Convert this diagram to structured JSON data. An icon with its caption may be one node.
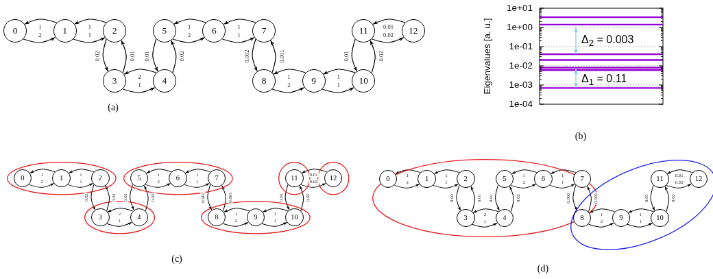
{
  "diagram": {
    "nodes": [
      {
        "text": [
          "0"
        ]
      },
      {
        "text": [
          "1"
        ]
      },
      {
        "text": [
          "2"
        ]
      },
      {
        "text": [
          "3"
        ]
      },
      {
        "text": [
          "4"
        ]
      },
      {
        "text": [
          "5"
        ]
      },
      {
        "text": [
          "6"
        ]
      },
      {
        "text": [
          "7"
        ]
      },
      {
        "text": [
          "8"
        ]
      },
      {
        "text": [
          "9"
        ]
      },
      {
        "text": [
          "10"
        ]
      },
      {
        "text": [
          "11"
        ]
      },
      {
        "text": [
          "12"
        ]
      },
      {
        "text": [],
        "shape": "ellipse"
      },
      {
        "text": [
          "0"
        ],
        "in": 13
      },
      {
        "text": [
          "1"
        ],
        "in": 13
      },
      {
        "text": [
          "2"
        ],
        "in": 13
      },
      {
        "text": [],
        "shape": "ellipse"
      },
      {
        "text": [
          "3"
        ],
        "in": 17
      },
      {
        "text": [
          "4"
        ],
        "in": 17
      },
      {
        "text": [],
        "shape": "ellipse"
      },
      {
        "text": [
          "5"
        ],
        "in": 20
      },
      {
        "text": [
          "6"
        ],
        "in": 20
      },
      {
        "text": [
          "7"
        ],
        "in": 20
      },
      {
        "text": [],
        "shape": "ellipse"
      },
      {
        "text": [
          "8"
        ],
        "in": 24
      },
      {
        "text": [
          "9"
        ],
        "in": 24
      },
      {
        "text": [
          "10"
        ],
        "in": 24
      },
      {
        "text": [],
        "shape": "ellipse"
      },
      {
        "text": [
          "11"
        ],
        "in": 28
      },
      {
        "text": [],
        "shape": "ellipse"
      },
      {
        "text": [
          "12"
        ],
        "in": 30
      },
      {
        "text": [],
        "shape": "ellipse"
      },
      {
        "text": [
          "0"
        ],
        "in": 32
      },
      {
        "text": [
          "1"
        ],
        "in": 32
      },
      {
        "text": [
          "2"
        ],
        "in": 32
      },
      {
        "text": [
          "3"
        ],
        "in": 32
      },
      {
        "text": [
          "4"
        ],
        "in": 32
      },
      {
        "text": [
          "5"
        ],
        "in": 32
      },
      {
        "text": [
          "6"
        ],
        "in": 32
      },
      {
        "text": [
          "7"
        ],
        "in": 32
      },
      {
        "text": [],
        "shape": "ellipse"
      },
      {
        "text": [
          "8"
        ],
        "in": 41
      },
      {
        "text": [
          "9"
        ],
        "in": 41
      },
      {
        "text": [
          "10"
        ],
        "in": 41
      },
      {
        "text": [
          "11"
        ],
        "in": 41
      },
      {
        "text": [
          "12"
        ],
        "in": 41
      }
    ],
    "edges": [
      {
        "from": 1,
        "to": 0,
        "arrow": "to",
        "label": "1"
      },
      {
        "from": 0,
        "to": 1,
        "arrow": "to",
        "label": "2"
      },
      {
        "from": 2,
        "to": 1,
        "arrow": "to",
        "label": "1"
      },
      {
        "from": 1,
        "to": 2,
        "arrow": "to",
        "label": "1"
      },
      {
        "from": 2,
        "to": 3,
        "arrow": "to",
        "label": "0.02"
      },
      {
        "from": 3,
        "to": 2,
        "arrow": "to",
        "label": "0.01"
      },
      {
        "from": 4,
        "to": 3,
        "arrow": "to",
        "label": "2"
      },
      {
        "from": 3,
        "to": 4,
        "arrow": "to",
        "label": "1"
      },
      {
        "from": 5,
        "to": 4,
        "arrow": "to",
        "label": "0.01"
      },
      {
        "from": 4,
        "to": 5,
        "arrow": "to",
        "label": "0.02"
      },
      {
        "from": 6,
        "to": 5,
        "arrow": "to",
        "label": "1"
      },
      {
        "from": 5,
        "to": 6,
        "arrow": "to",
        "label": "2"
      },
      {
        "from": 7,
        "to": 6,
        "arrow": "to",
        "label": "1"
      },
      {
        "from": 6,
        "to": 7,
        "arrow": "to",
        "label": "1"
      },
      {
        "from": 7,
        "to": 8,
        "arrow": "to",
        "label": "0.002"
      },
      {
        "from": 8,
        "to": 7,
        "arrow": "to",
        "label": "0.001"
      },
      {
        "from": 9,
        "to": 8,
        "arrow": "to",
        "label": "1"
      },
      {
        "from": 8,
        "to": 9,
        "arrow": "to",
        "label": "2"
      },
      {
        "from": 10,
        "to": 9,
        "arrow": "to",
        "label": "1"
      },
      {
        "from": 9,
        "to": 10,
        "arrow": "to",
        "label": "1"
      },
      {
        "from": 11,
        "to": 10,
        "arrow": "to",
        "label": "0.01"
      },
      {
        "from": 10,
        "to": 11,
        "arrow": "to",
        "label": "0.02"
      },
      {
        "from": 12,
        "to": 11,
        "arrow": "to",
        "label": "0.01"
      },
      {
        "from": 11,
        "to": 12,
        "arrow": "to",
        "label": "0.02"
      },
      {
        "from": 15,
        "to": 14,
        "arrow": "to",
        "label": "1"
      },
      {
        "from": 14,
        "to": 15,
        "arrow": "to",
        "label": "2"
      },
      {
        "from": 16,
        "to": 15,
        "arrow": "to",
        "label": "1"
      },
      {
        "from": 15,
        "to": 16,
        "arrow": "to",
        "label": "1"
      },
      {
        "from": 16,
        "to": 18,
        "arrow": "to",
        "label": "0.02"
      },
      {
        "from": 18,
        "to": 16,
        "arrow": "to",
        "label": "0.01"
      },
      {
        "from": 19,
        "to": 18,
        "arrow": "to",
        "label": "2"
      },
      {
        "from": 18,
        "to": 19,
        "arrow": "to",
        "label": "1"
      },
      {
        "from": 21,
        "to": 19,
        "arrow": "to",
        "label": "0.01"
      },
      {
        "from": 19,
        "to": 21,
        "arrow": "to",
        "label": "0.02"
      },
      {
        "from": 22,
        "to": 21,
        "arrow": "to",
        "label": "1"
      },
      {
        "from": 21,
        "to": 22,
        "arrow": "to",
        "label": "2"
      },
      {
        "from": 23,
        "to": 22,
        "arrow": "to",
        "label": "1"
      },
      {
        "from": 22,
        "to": 23,
        "arrow": "to",
        "label": "1"
      },
      {
        "from": 23,
        "to": 25,
        "arrow": "to",
        "label": "0.002"
      },
      {
        "from": 25,
        "to": 23,
        "arrow": "to",
        "label": "0.001"
      },
      {
        "from": 26,
        "to": 25,
        "arrow": "to",
        "label": "1"
      },
      {
        "from": 25,
        "to": 26,
        "arrow": "to",
        "label": "2"
      },
      {
        "from": 27,
        "to": 26,
        "arrow": "to",
        "label": "1"
      },
      {
        "from": 26,
        "to": 27,
        "arrow": "to",
        "label": "1"
      },
      {
        "from": 29,
        "to": 27,
        "arrow": "to",
        "label": "0.01"
      },
      {
        "from": 27,
        "to": 29,
        "arrow": "to",
        "label": "0.02"
      },
      {
        "from": 31,
        "to": 29,
        "arrow": "to",
        "label": "0.01"
      },
      {
        "from": 29,
        "to": 31,
        "arrow": "to",
        "label": "0.02"
      },
      {
        "from": 34,
        "to": 33,
        "arrow": "to",
        "label": "1"
      },
      {
        "from": 33,
        "to": 34,
        "arrow": "to",
        "label": "2"
      },
      {
        "from": 35,
        "to": 34,
        "arrow": "to",
        "label": "1"
      },
      {
        "from": 34,
        "to": 35,
        "arrow": "to",
        "label": "1"
      },
      {
        "from": 35,
        "to": 36,
        "arrow": "to",
        "label": "0.02"
      },
      {
        "from": 36,
        "to": 35,
        "arrow": "to",
        "label": "0.01"
      },
      {
        "from": 37,
        "to": 36,
        "arrow": "to",
        "label": "2"
      },
      {
        "from": 36,
        "to": 37,
        "arrow": "to",
        "label": "1"
      },
      {
        "from": 38,
        "to": 37,
        "arrow": "to",
        "label": "0.01"
      },
      {
        "from": 37,
        "to": 38,
        "arrow": "to",
        "label": "0.02"
      },
      {
        "from": 39,
        "to": 38,
        "arrow": "to",
        "label": "1"
      },
      {
        "from": 38,
        "to": 39,
        "arrow": "to",
        "label": "2"
      },
      {
        "from": 40,
        "to": 39,
        "arrow": "to",
        "label": "1"
      },
      {
        "from": 39,
        "to": 40,
        "arrow": "to",
        "label": "1"
      },
      {
        "from": 40,
        "to": 42,
        "arrow": "to",
        "label": "0.002"
      },
      {
        "from": 42,
        "to": 40,
        "arrow": "to",
        "label": "0.001"
      },
      {
        "from": 43,
        "to": 42,
        "arrow": "to",
        "label": "1"
      },
      {
        "from": 42,
        "to": 43,
        "arrow": "to",
        "label": "2"
      },
      {
        "from": 44,
        "to": 43,
        "arrow": "to",
        "label": "1"
      },
      {
        "from": 43,
        "to": 44,
        "arrow": "to",
        "label": "1"
      },
      {
        "from": 45,
        "to": 44,
        "arrow": "to",
        "label": "0.01"
      },
      {
        "from": 44,
        "to": 45,
        "arrow": "to",
        "label": "0.02"
      },
      {
        "from": 46,
        "to": 45,
        "arrow": "to",
        "label": "0.01"
      },
      {
        "from": 45,
        "to": 46,
        "arrow": "to",
        "label": "0.02"
      }
    ],
    "labels": [
      "(a)",
      "1e+01",
      "1e+00",
      "1e-01",
      "1e-02",
      "1e-03",
      "1e-04",
      "Eigenvalues [a. u.]",
      "Δ$_{2}$ = 0.003",
      "Δ$_{1}$ = 0.11",
      "(b)",
      "(c)",
      "(d)"
    ]
  }
}
